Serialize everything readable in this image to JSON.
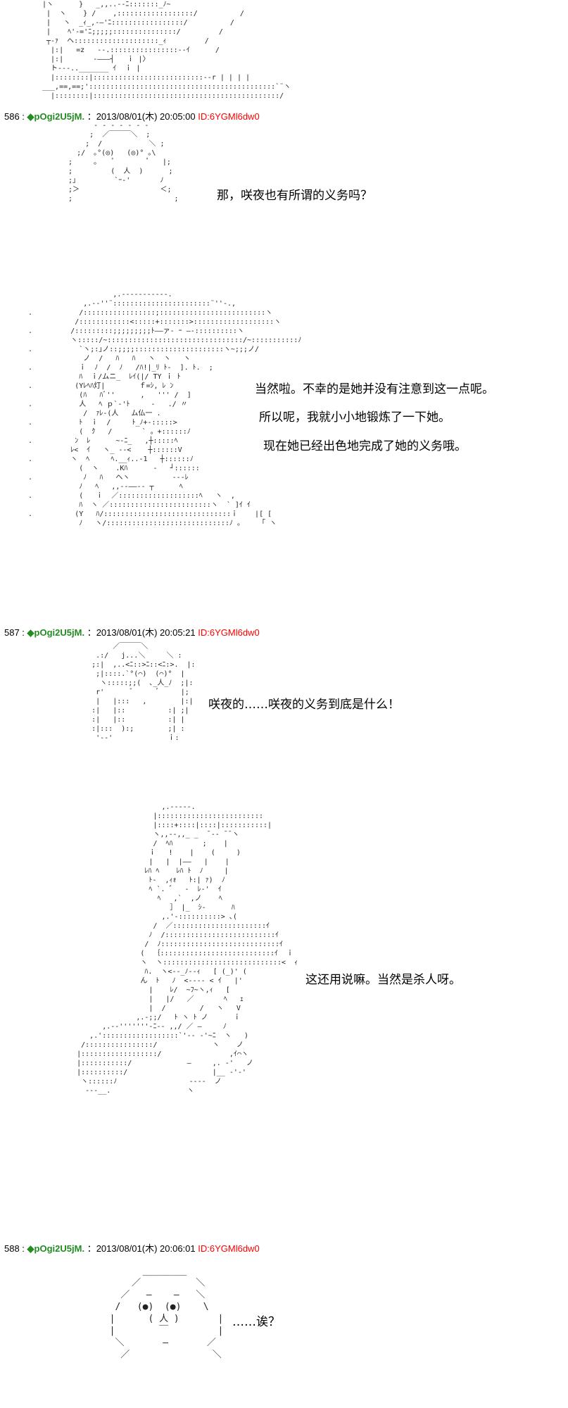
{
  "posts": [
    {
      "number": "586 :",
      "name": "◆pOgi2U5jM.",
      "date": "：2013/08/01(木) 20:05:00",
      "id": "ID:6YGMl6dw0",
      "lines": [
        "那，咲夜也有所谓的义务吗？"
      ]
    },
    {
      "number": "587 :",
      "name": "◆pOgi2U5jM.",
      "date": "：2013/08/01(木) 20:05:21",
      "id": "ID:6YGMl6dw0",
      "lines": [
        "咲夜的……咲夜的义务到底是什么！"
      ]
    },
    {
      "number": "588 :",
      "name": "◆pOgi2U5jM.",
      "date": "：2013/08/01(木) 20:06:01",
      "id": "ID:6YGMl6dw0",
      "lines": [
        "……诶？"
      ]
    }
  ],
  "dialogues": {
    "remilia_reply": [
      "当然啦。不幸的是她并没有注意到这一点呢。",
      "所以呢，我就小小地锻炼了一下她。",
      "现在她已经出色地完成了她的义务哦。"
    ],
    "remilia_answer": "这还用说嘛。当然是杀人呀。"
  }
}
